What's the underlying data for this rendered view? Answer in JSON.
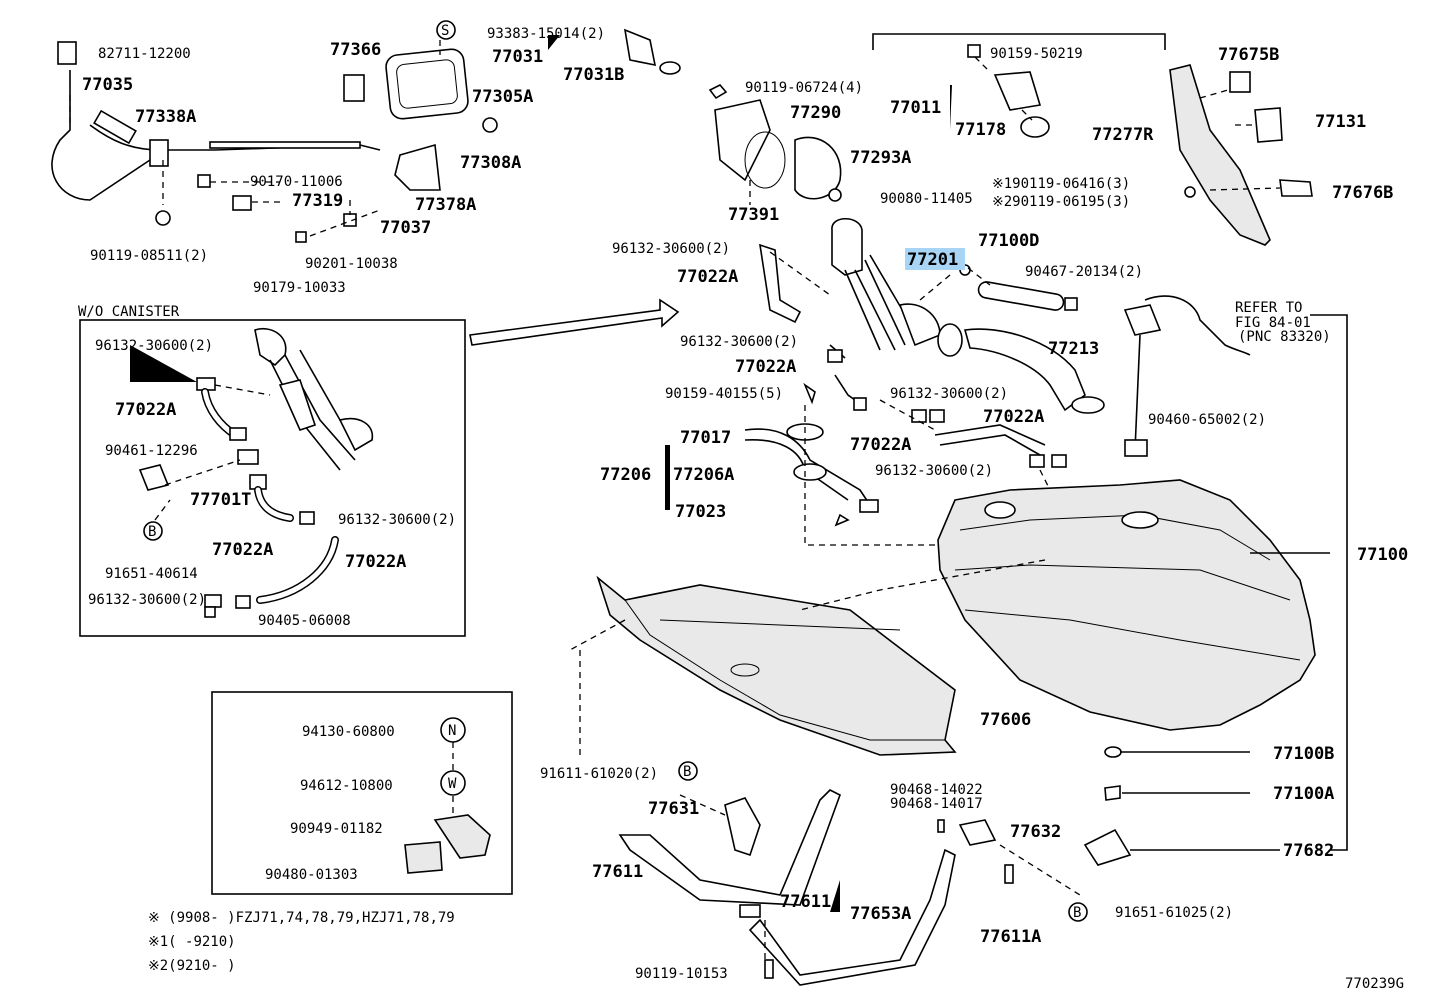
{
  "diagram_id": "770239G",
  "highlighted_part": "77201",
  "section_label": "W/O CANISTER",
  "refer_note": [
    "REFER TO",
    "FIG 84-01",
    "(PNC 83320)"
  ],
  "symbols": {
    "S": "S",
    "B": "B",
    "N": "N",
    "W": "W"
  },
  "labels": {
    "p82711_12200": "82711-12200",
    "p77035": "77035",
    "p77338A": "77338A",
    "p90170_11006": "90170-11006",
    "p77319": "77319",
    "p90119_08511": "90119-08511(2)",
    "p77366": "77366",
    "p93383_15014": "93383-15014(2)",
    "p77031": "77031",
    "p77031B": "77031B",
    "p77305A": "77305A",
    "p77308A": "77308A",
    "p77378A": "77378A",
    "p77037": "77037",
    "p90201_10038": "90201-10038",
    "p90179_10033": "90179-10033",
    "p90119_06724": "90119-06724(4)",
    "p77290": "77290",
    "p77293A": "77293A",
    "p77391": "77391",
    "p90080_11405": "90080-11405",
    "p90159_50219": "90159-50219",
    "p77011": "77011",
    "p77178": "77178",
    "p77675B": "77675B",
    "p77277R": "77277R",
    "p77131": "77131",
    "p77676B": "77676B",
    "p190119_06416": "※190119-06416(3)",
    "p290119_06195": "※290119-06195(3)",
    "p96132_30600_a": "96132-30600(2)",
    "p77201": "77201",
    "p77100D": "77100D",
    "p77022A_a": "77022A",
    "p90467_20134": "90467-20134(2)",
    "p96132_30600_b": "96132-30600(2)",
    "p77022A_b": "77022A",
    "p90159_40155": "90159-40155(5)",
    "p77213": "77213",
    "p96132_30600_c": "96132-30600(2)",
    "p77022A_c": "77022A",
    "p90460_65002": "90460-65002(2)",
    "p77017": "77017",
    "p77022A_d": "77022A",
    "p77206": "77206",
    "p77206A": "77206A",
    "p96132_30600_d": "96132-30600(2)",
    "p77023": "77023",
    "p77100": "77100",
    "w_96132_30600_1": "96132-30600(2)",
    "w_77022A_1": "77022A",
    "w_90461_12296": "90461-12296",
    "w_77701T": "77701T",
    "w_96132_30600_2": "96132-30600(2)",
    "w_77022A_2": "77022A",
    "w_77022A_3": "77022A",
    "w_91651_40614": "91651-40614",
    "w_96132_30600_3": "96132-30600(2)",
    "w_90405_06008": "90405-06008",
    "p77606": "77606",
    "p94130_60800": "94130-60800",
    "p94612_10800": "94612-10800",
    "p90949_01182": "90949-01182",
    "p90480_01303": "90480-01303",
    "p91611_61020": "91611-61020(2)",
    "p77631": "77631",
    "p77611_a": "77611",
    "p77611_b": "77611",
    "p77653A": "77653A",
    "p90468_14022": "90468-14022",
    "p90468_14017": "90468-14017",
    "p77632": "77632",
    "p77611A": "77611A",
    "p91651_61025": "91651-61025(2)",
    "p90119_10153": "90119-10153",
    "p77100B": "77100B",
    "p77100A": "77100A",
    "p77682": "77682"
  },
  "footnotes": [
    "※ (9908-     )FZJ71,74,78,79,HZJ71,78,79",
    "※1(     -9210)",
    "※2(9210-     )"
  ]
}
